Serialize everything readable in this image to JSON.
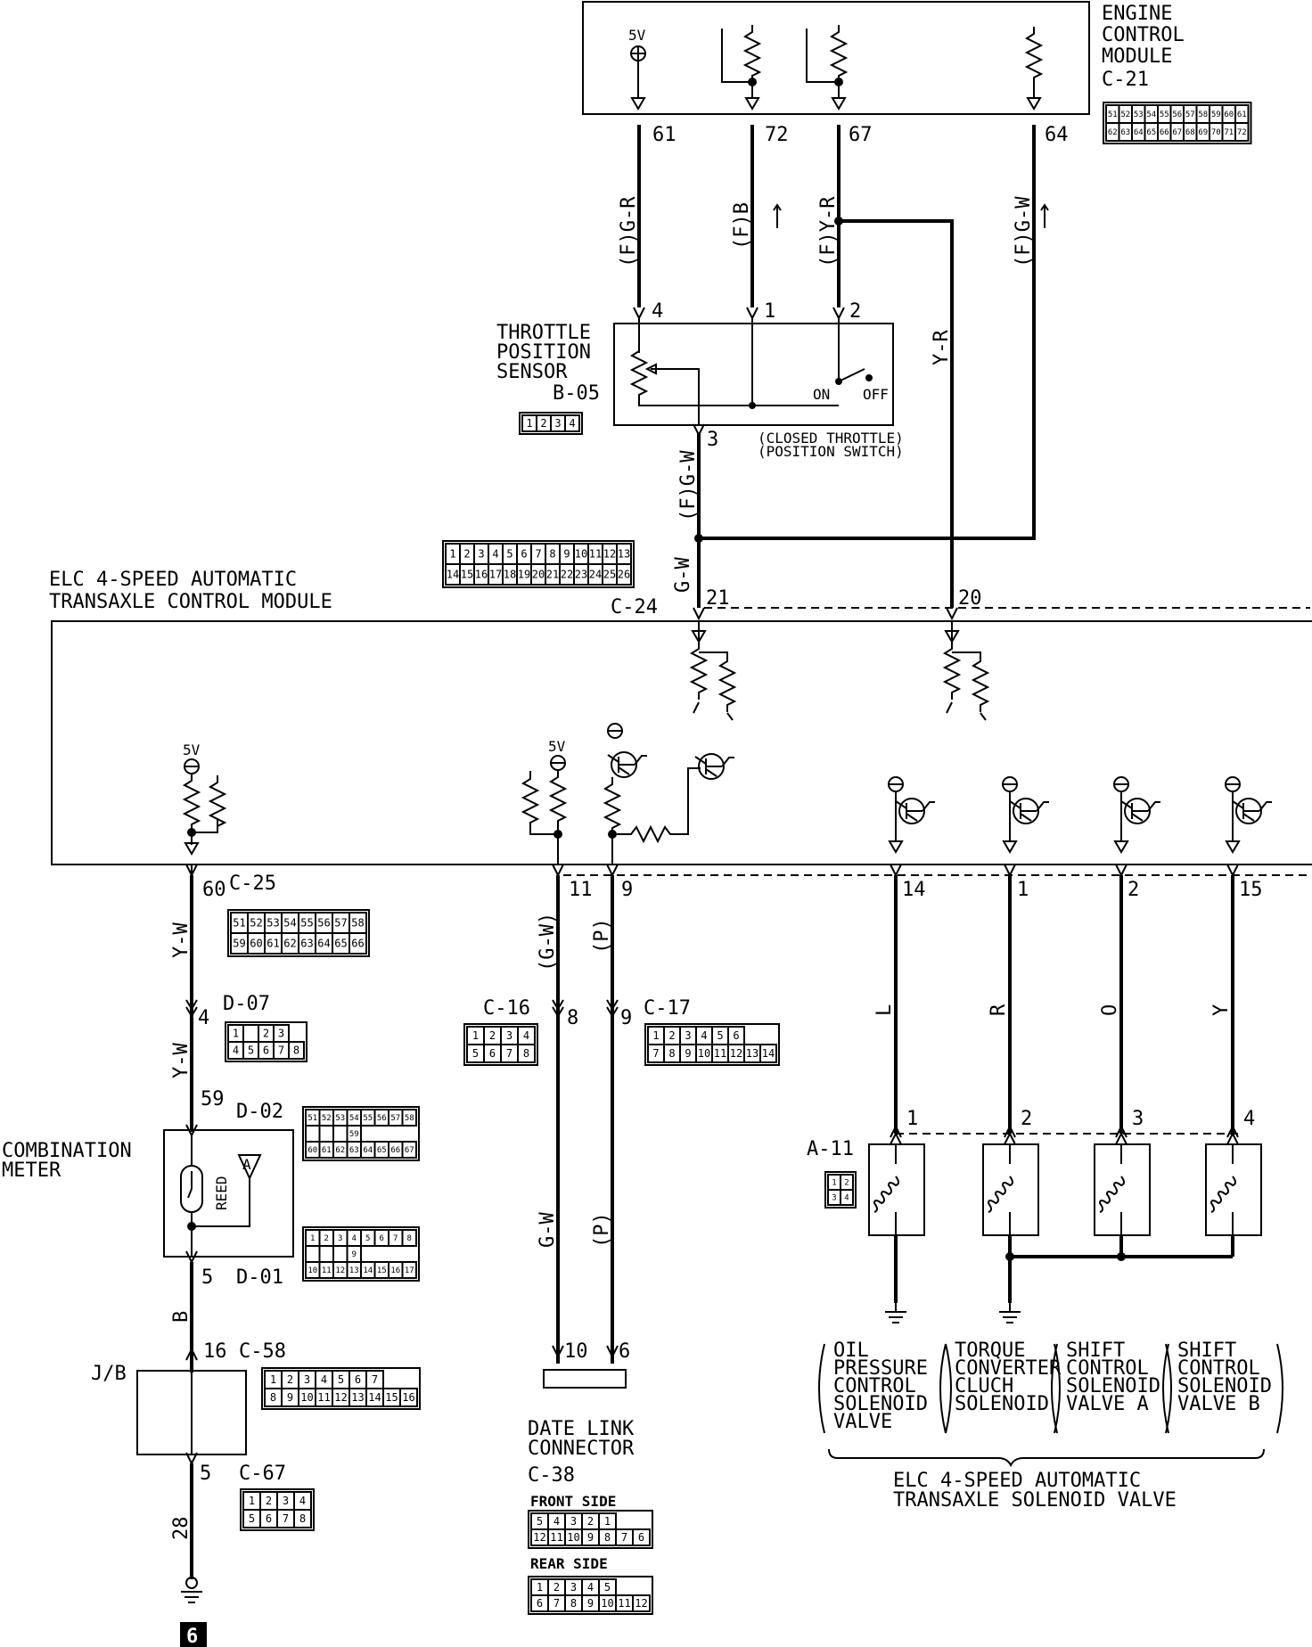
{
  "ecm": {
    "title_lines": [
      "ENGINE",
      "CONTROL",
      "MODULE",
      "C-21"
    ],
    "supply": "5V",
    "pins": [
      "61",
      "72",
      "67",
      "64"
    ],
    "connector": {
      "row1": [
        "51",
        "52",
        "53",
        "54",
        "55",
        "56",
        "57",
        "58",
        "59",
        "60",
        "61"
      ],
      "row2": [
        "62",
        "63",
        "64",
        "65",
        "66",
        "67",
        "68",
        "69",
        "70",
        "71",
        "72"
      ]
    }
  },
  "wires_top": [
    "(F)G-R",
    "(F)B",
    "(F)Y-R",
    "(F)G-W"
  ],
  "tps": {
    "title_lines": [
      "THROTTLE",
      "POSITION",
      "SENSOR"
    ],
    "connector_id": "B-05",
    "connector_pins": [
      "1",
      "2",
      "3",
      "4"
    ],
    "pins": [
      "4",
      "1",
      "2",
      "3"
    ],
    "switch_on": "ON",
    "switch_off": "OFF",
    "closed_switch_lines": [
      "(CLOSED THROTTLE)",
      "(POSITION SWITCH)"
    ],
    "wire_out": "(F)G-W"
  },
  "wire_yr": "Y-R",
  "c24": {
    "id": "C-24",
    "row1": [
      "1",
      "2",
      "3",
      "4",
      "5",
      "6",
      "7",
      "8",
      "9",
      "10",
      "11",
      "12",
      "13"
    ],
    "row2": [
      "14",
      "15",
      "16",
      "17",
      "18",
      "19",
      "20",
      "21",
      "22",
      "23",
      "24",
      "25",
      "26"
    ],
    "wire_gw": "G-W",
    "pins": [
      "21",
      "20"
    ]
  },
  "tcm": {
    "title_lines": [
      "ELC 4-SPEED AUTOMATIC",
      "TRANSAXLE CONTROL MODULE"
    ],
    "supply_a": "5V",
    "supply_b": "5V",
    "pins": [
      "60",
      "11",
      "9",
      "14",
      "1",
      "2",
      "15"
    ]
  },
  "c25": {
    "id": "C-25",
    "row1": [
      "51",
      "52",
      "53",
      "54",
      "55",
      "56",
      "57",
      "58"
    ],
    "row2": [
      "59",
      "60",
      "61",
      "62",
      "63",
      "64",
      "65",
      "66"
    ]
  },
  "left_column": {
    "wire_yw_1": "Y-W",
    "pin_d07": "4",
    "d07": {
      "id": "D-07",
      "row1": [
        "1",
        "",
        "2",
        "3"
      ],
      "row2": [
        "4",
        "5",
        "6",
        "7",
        "8"
      ]
    },
    "wire_yw_2": "Y-W",
    "pin_59": "59",
    "d02": {
      "id": "D-02",
      "row1": [
        "51",
        "52",
        "53",
        "54",
        "55",
        "56",
        "57",
        "58"
      ],
      "mid": "59",
      "row2": [
        "60",
        "61",
        "62",
        "63",
        "64",
        "65",
        "66",
        "67"
      ]
    },
    "meter_lines": [
      "COMBINATION",
      "METER"
    ],
    "reed": "REED",
    "gauge": "A",
    "pin_5": "5",
    "d01": {
      "id": "D-01",
      "row1": [
        "1",
        "2",
        "3",
        "4",
        "5",
        "6",
        "7",
        "8"
      ],
      "mid": "9",
      "row2": [
        "10",
        "11",
        "12",
        "13",
        "14",
        "15",
        "16",
        "17"
      ]
    },
    "wire_b": "B",
    "pin_16": "16",
    "c58": {
      "id": "C-58",
      "row1": [
        "1",
        "2",
        "3",
        "4",
        "5",
        "6",
        "7"
      ],
      "row2": [
        "8",
        "9",
        "10",
        "11",
        "12",
        "13",
        "14",
        "15",
        "16"
      ]
    },
    "jb": "J/B",
    "pin_5b": "5",
    "c67": {
      "id": "C-67",
      "row1": [
        "1",
        "2",
        "3",
        "4"
      ],
      "row2": [
        "5",
        "6",
        "7",
        "8"
      ]
    },
    "wire_28": "28",
    "ground_tag": "6"
  },
  "mid_column": {
    "wire_gw_1": "(G-W)",
    "wire_p_1": "(P)",
    "c16": {
      "id": "C-16",
      "pin": "8",
      "row1": [
        "1",
        "2",
        "3",
        "4"
      ],
      "row2": [
        "5",
        "6",
        "7",
        "8"
      ]
    },
    "c17": {
      "id": "C-17",
      "pin": "9",
      "row1": [
        "1",
        "2",
        "3",
        "4",
        "5",
        "6"
      ],
      "row2": [
        "7",
        "8",
        "9",
        "10",
        "11",
        "12",
        "13",
        "14"
      ]
    },
    "wire_gw_2": "G-W",
    "wire_p_2": "(P)",
    "dlc_pins": [
      "10",
      "6"
    ],
    "dlc_lines": [
      "DATE LINK",
      "CONNECTOR"
    ],
    "c38": {
      "id": "C-38",
      "front_label": "FRONT SIDE",
      "front_row1": [
        "5",
        "4",
        "3",
        "2",
        "1"
      ],
      "front_row2": [
        "12",
        "11",
        "10",
        "9",
        "8",
        "7",
        "6"
      ],
      "rear_label": "REAR SIDE",
      "rear_row1": [
        "1",
        "2",
        "3",
        "4",
        "5"
      ],
      "rear_row2": [
        "6",
        "7",
        "8",
        "9",
        "10",
        "11",
        "12"
      ]
    }
  },
  "solenoids": {
    "wires": [
      "L",
      "R",
      "O",
      "Y"
    ],
    "pins": [
      "1",
      "2",
      "3",
      "4"
    ],
    "a11": {
      "id": "A-11",
      "row1": [
        "1",
        "2"
      ],
      "row2": [
        "3",
        "4"
      ]
    },
    "names": [
      [
        "OIL",
        "PRESSURE",
        "CONTROL",
        "SOLENOID",
        "VALVE"
      ],
      [
        "TORQUE",
        "CONVERTER",
        "CLUCH",
        "SOLENOID"
      ],
      [
        "SHIFT",
        "CONTROL",
        "SOLENOID",
        "VALVE A"
      ],
      [
        "SHIFT",
        "CONTROL",
        "SOLENOID",
        "VALVE B"
      ]
    ],
    "group_lines": [
      "ELC 4-SPEED AUTOMATIC",
      "TRANSAXLE SOLENOID VALVE"
    ]
  }
}
